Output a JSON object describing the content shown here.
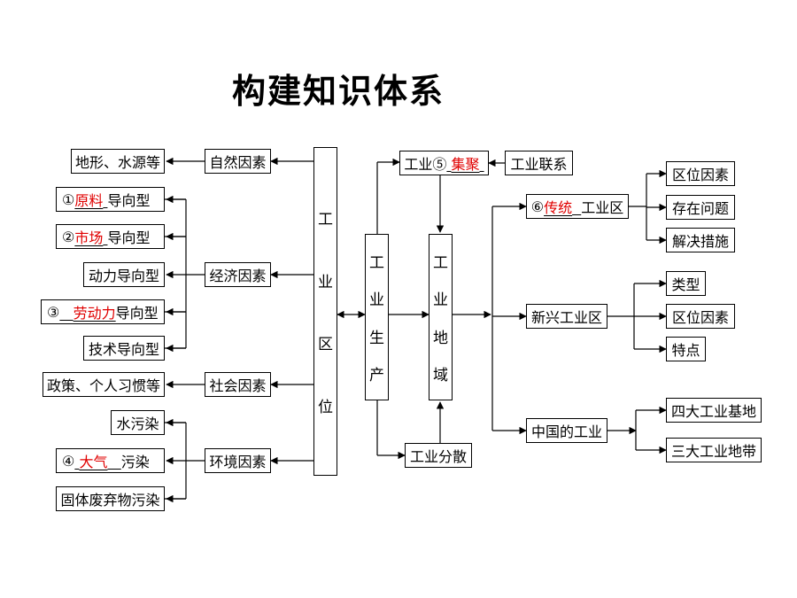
{
  "title": "构建知识体系",
  "left": {
    "natural": "自然因素",
    "natural_items": [
      "地形、水源等"
    ],
    "economic": "经济因素",
    "economic_items": [
      {
        "prefix": "①",
        "answer": "原料",
        "suffix": "导向型"
      },
      {
        "prefix": "②",
        "answer": "市场",
        "suffix": "导向型"
      },
      {
        "prefix": "",
        "answer": "",
        "suffix": "动力导向型"
      },
      {
        "prefix": "③",
        "answer": "劳动力",
        "suffix": "导向型"
      },
      {
        "prefix": "",
        "answer": "",
        "suffix": "技术导向型"
      }
    ],
    "social": "社会因素",
    "social_items": [
      "政策、个人习惯等"
    ],
    "environment": "环境因素",
    "environment_items": [
      {
        "prefix": "",
        "answer": "",
        "suffix": "水污染"
      },
      {
        "prefix": "④",
        "answer": "大气",
        "suffix": "污染"
      },
      {
        "prefix": "",
        "answer": "",
        "suffix": "固体废弃物污染"
      }
    ]
  },
  "center": {
    "location": [
      "工",
      "业",
      "区",
      "位"
    ],
    "production": [
      "工",
      "业",
      "生",
      "产"
    ],
    "region": [
      "工",
      "业",
      "地",
      "域"
    ],
    "agglomeration": {
      "prefix": "工业⑤",
      "answer": "集聚"
    },
    "linkage": "工业联系",
    "dispersion": "工业分散"
  },
  "right": {
    "traditional": {
      "prefix": "⑥",
      "answer": "传统",
      "suffix": "工业区"
    },
    "traditional_items": [
      "区位因素",
      "存在问题",
      "解决措施"
    ],
    "emerging": "新兴工业区",
    "emerging_items": [
      "类型",
      "区位因素",
      "特点"
    ],
    "china": "中国的工业",
    "china_items": [
      "四大工业基地",
      "三大工业地带"
    ]
  },
  "colors": {
    "answer": "#e00000",
    "line": "#000000"
  }
}
